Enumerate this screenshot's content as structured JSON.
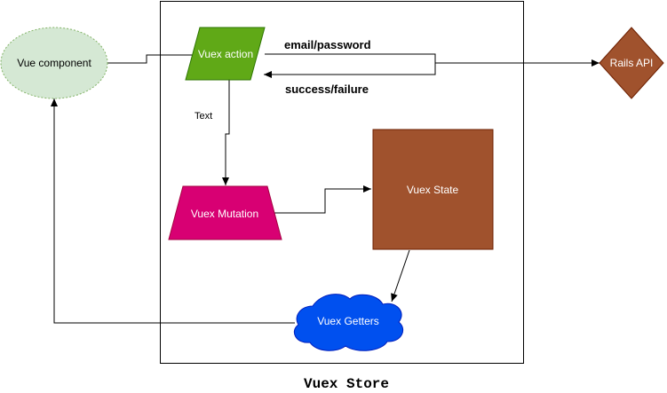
{
  "diagram": {
    "caption": "Vuex Store",
    "nodes": {
      "vue_component": "Vue component",
      "vuex_action": "Vuex action",
      "rails_api": "Rails API",
      "vuex_mutation": "Vuex Mutation",
      "vuex_state": "Vuex State",
      "vuex_getters": "Vuex Getters"
    },
    "edge_labels": {
      "request": "email/password",
      "response": "success/failure",
      "action_to_mutation": "Text"
    }
  },
  "colors": {
    "vue_component_fill": "#d5e8d4",
    "vue_component_stroke": "#82b366",
    "vuex_action_fill": "#60a917",
    "vuex_mutation_fill": "#d80073",
    "vuex_state_fill": "#a0522d",
    "rails_api_fill": "#a0522d",
    "vuex_getters_fill": "#0050ef",
    "node_text_light": "#ffffff",
    "node_text_dark": "#000000"
  }
}
